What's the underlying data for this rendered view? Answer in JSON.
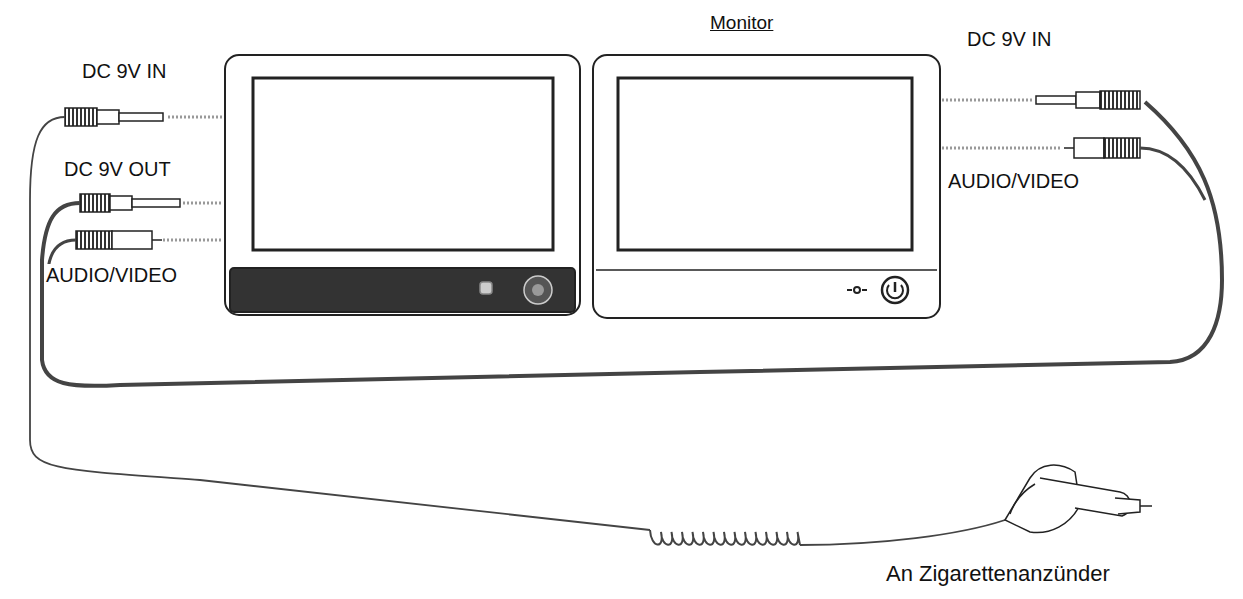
{
  "diagram": {
    "nodes": [
      {
        "text": [
          "Monitor"
        ]
      }
    ],
    "labels": [
      "DC 9V IN",
      "DC 9V OUT",
      "AUDIO/VIDEO",
      "DC 9V IN",
      "AUDIO/VIDEO",
      "An Zigarettenanzünder"
    ]
  }
}
